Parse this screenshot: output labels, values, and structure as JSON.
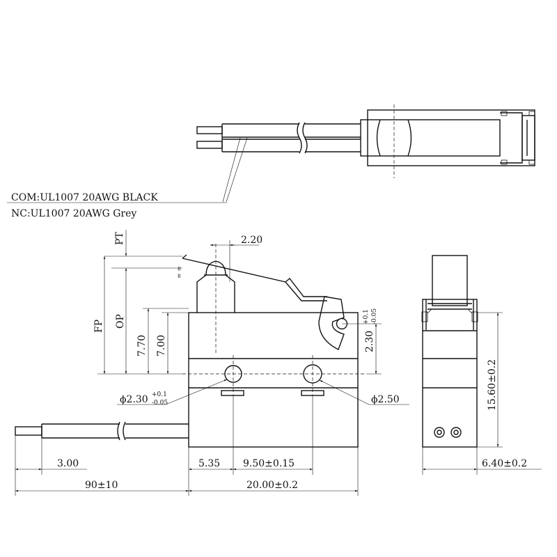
{
  "notes": {
    "com_wire": "COM:UL1007 20AWG BLACK",
    "nc_wire": "NC:UL1007 20AWG Grey"
  },
  "labels": {
    "pt": "PT",
    "fp": "FP",
    "op": "OP",
    "dim_lever_offset": "2.20",
    "dim_770": "7.70",
    "dim_700": "7.00",
    "dim_230_vertical": "2.30",
    "dim_230_vertical_tol_plus": "+0.1",
    "dim_230_vertical_tol_minus": "-0.05",
    "dim_hole_small": "ϕ2.30",
    "dim_hole_small_tol_plus": "+0.1",
    "dim_hole_small_tol_minus": "-0.05",
    "dim_hole_large": "ϕ2.50",
    "dim_300": "3.00",
    "dim_535": "5.35",
    "dim_950": "9.50±0.15",
    "dim_90": "90±10",
    "dim_2000": "20.00±0.2",
    "dim_1560": "15.60±0.2",
    "dim_640": "6.40±0.2"
  }
}
